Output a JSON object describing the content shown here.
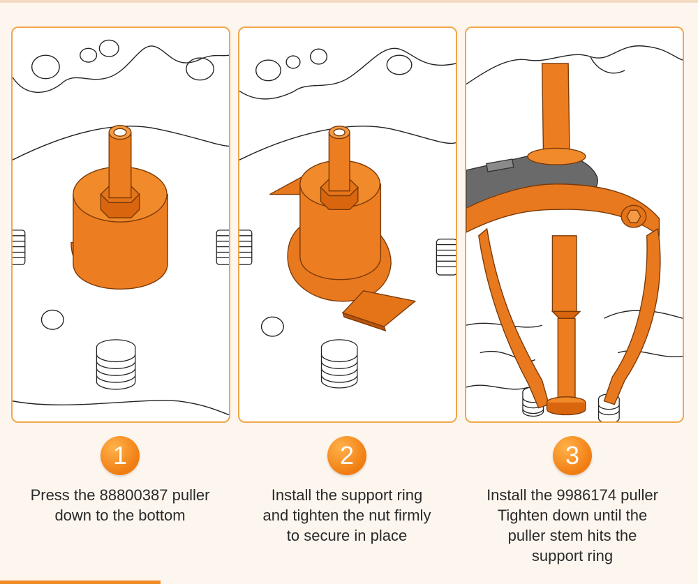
{
  "steps": [
    {
      "number": "1",
      "lines": [
        "Press the 88800387 puller",
        "down to the bottom"
      ]
    },
    {
      "number": "2",
      "lines": [
        "Install the support ring",
        "and tighten the nut firmly",
        "to secure in place"
      ]
    },
    {
      "number": "3",
      "lines": [
        "Install the 9986174 puller",
        "Tighten down until the",
        "puller stem hits the",
        "support ring"
      ]
    }
  ],
  "colors": {
    "accent": "#f08a24",
    "panel_border": "#f2a54a",
    "tool": "#e9791e",
    "tool_dark": "#b8540c",
    "wrench": "#6a6a6a"
  }
}
